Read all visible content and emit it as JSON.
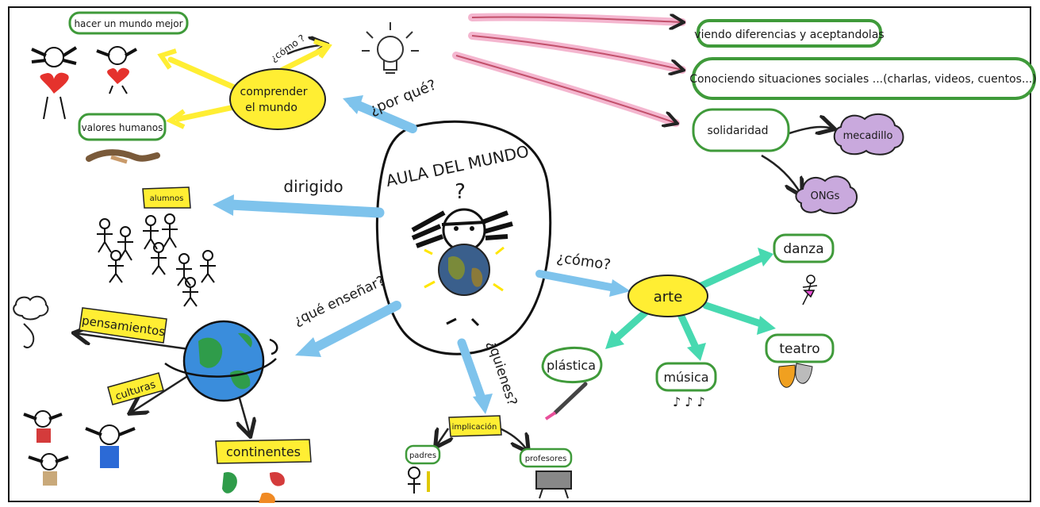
{
  "center": {
    "title": "AULA DEL MUNDO",
    "question": "?"
  },
  "why": {
    "label": "¿por qué?",
    "node": [
      "comprender",
      "el mundo"
    ],
    "how_small": "¿cómo ?",
    "better_world": "hacer un mundo mejor",
    "human_values": "valores humanos"
  },
  "links_right": [
    "viendo diferencias y aceptandolas",
    "Conociendo situaciones sociales   ...(charlas, videos, cuentos...)",
    "solidaridad"
  ],
  "solidarity": {
    "mecadillo": "mecadillo",
    "ongs": "ONGs"
  },
  "directed": {
    "label": "dirigido",
    "students": "alumnos"
  },
  "how": {
    "label": "¿cómo?",
    "node": "arte",
    "dance": "danza",
    "theatre": "teatro",
    "music": "música",
    "plastic": "plástica"
  },
  "teach": {
    "label": "¿qué enseñar?",
    "thoughts": "pensamientos",
    "cultures": "culturas",
    "continents": "continentes"
  },
  "who": {
    "label": "¿quienes?",
    "involvement": "implicación",
    "parents": "padres",
    "teachers": "profesores"
  },
  "colors": {
    "blue_arrow": "#7ec3ec",
    "pink_arrow": "#f4b6cf",
    "teal_arrow": "#47d9b0",
    "yellow": "#ffee33",
    "green_outline": "#3f9a3a",
    "purple_cloud": "#c9a9dd"
  }
}
